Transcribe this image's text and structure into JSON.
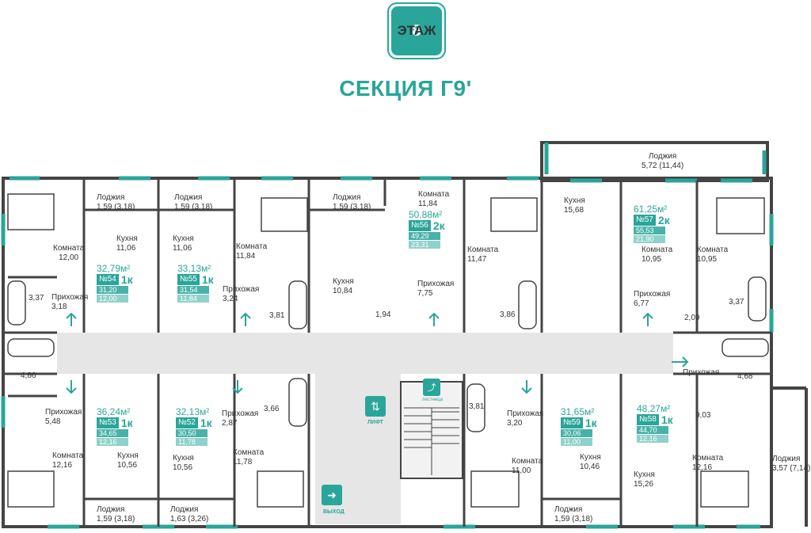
{
  "floor": {
    "number": "8",
    "label": "ЭТАЖ"
  },
  "section_title": "СЕКЦИЯ Г9'",
  "colors": {
    "accent": "#2aa59a",
    "wall": "#444444",
    "window": "#2aa59a",
    "corridor": "#e6e6e6"
  },
  "apartments": [
    {
      "num": "№54",
      "total": "32,79м²",
      "rooms": "1к",
      "living": "31,20",
      "room": "12,00"
    },
    {
      "num": "№55",
      "total": "33,13м²",
      "rooms": "1к",
      "living": "31,54",
      "room": "11,84"
    },
    {
      "num": "№56",
      "total": "50,88м²",
      "rooms": "2к",
      "living": "49,29",
      "room": "23,31"
    },
    {
      "num": "№57",
      "total": "61,25м²",
      "rooms": "2к",
      "living": "55,53",
      "room": "21,90"
    },
    {
      "num": "№53",
      "total": "36,24м²",
      "rooms": "1к",
      "living": "34,65",
      "room": "12,16"
    },
    {
      "num": "№52",
      "total": "32,13м²",
      "rooms": "1к",
      "living": "30,50",
      "room": "11,78"
    },
    {
      "num": "№59",
      "total": "31,65м²",
      "rooms": "1к",
      "living": "30,06",
      "room": "11,00"
    },
    {
      "num": "№58",
      "total": "48,27м²",
      "rooms": "1к",
      "living": "44,70",
      "room": "12,16"
    }
  ],
  "labels": {
    "loggia": "Лоджия",
    "kitchen": "Кухня",
    "room": "Комната",
    "hall": "Прихожая",
    "l1": "1,59 (3,18)",
    "l2": "1,59 (3,18)",
    "l3": "1,59 (3,18)",
    "lbig": "5,72 (11,44)",
    "l4": "1,59 (3,18)",
    "l5": "1,63 (3,26)",
    "l6": "1,59 (3,18)",
    "l7": "3,57 (7,14)",
    "r1": "12,00",
    "k1": "11,06",
    "h1": "3,18",
    "b1": "3,37",
    "k2": "11,06",
    "r2": "11,84",
    "h2": "3,24",
    "b2": "3,81",
    "r3": "11,84",
    "k3": "10,84",
    "h3": "7,75",
    "b3": "1,94",
    "r4": "11,47",
    "b4": "3,86",
    "k5": "15,68",
    "r5": "10,95",
    "r6": "10,95",
    "h5": "6,77",
    "b5": "3,37",
    "b6": "2,09",
    "b7": "4,86",
    "h7": "5,48",
    "r7": "12,16",
    "k7": "10,56",
    "k8": "10,56",
    "h8": "2,87",
    "b8": "3,66",
    "r8": "11,78",
    "b9": "3,81",
    "h9": "3,20",
    "r9": "11,00",
    "k9": "10,46",
    "h10": "Прихожая",
    "b10": "4,68",
    "x10": "9,03",
    "r10": "12,16",
    "k10": "15,26"
  },
  "lift": {
    "label": "ЛИФТ",
    "icon": "elevator-icon"
  },
  "stairs": {
    "label": "лестница",
    "icon": "stairs-icon"
  },
  "exit": {
    "label": "ВЫХОД",
    "icon": "exit-icon"
  }
}
